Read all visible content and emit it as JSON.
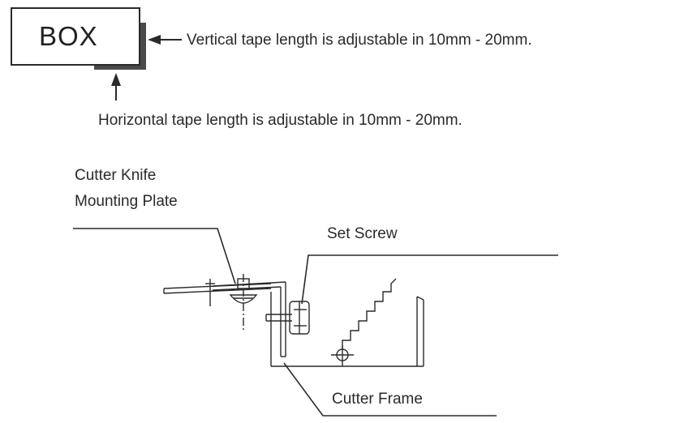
{
  "box": {
    "label": "BOX"
  },
  "annotations": {
    "vertical_tape": "Vertical tape length is adjustable in 10mm - 20mm.",
    "horizontal_tape": "Horizontal tape length is adjustable in 10mm - 20mm."
  },
  "parts": {
    "mounting_plate_line1": "Cutter Knife",
    "mounting_plate_line2": "Mounting Plate",
    "set_screw": "Set Screw",
    "cutter_frame": "Cutter Frame"
  },
  "colors": {
    "ink": "#2a2a2a",
    "shadow": "#4a4a4a",
    "background": "#ffffff"
  }
}
